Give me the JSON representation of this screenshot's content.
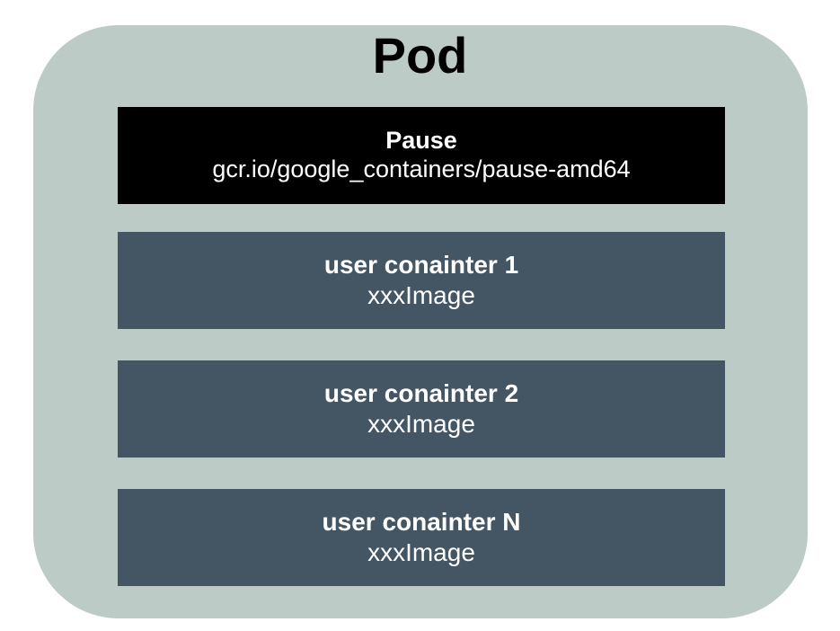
{
  "pod": {
    "title": "Pod",
    "background_color": "#bdcbc7"
  },
  "pause": {
    "name": "Pause",
    "image": "gcr.io/google_containers/pause-amd64",
    "color": "#000000"
  },
  "containers": [
    {
      "name": "user conainter 1",
      "image": "xxxImage"
    },
    {
      "name": "user conainter 2",
      "image": "xxxImage"
    },
    {
      "name": "user conainter N",
      "image": "xxxImage"
    }
  ],
  "container_color": "#445564"
}
